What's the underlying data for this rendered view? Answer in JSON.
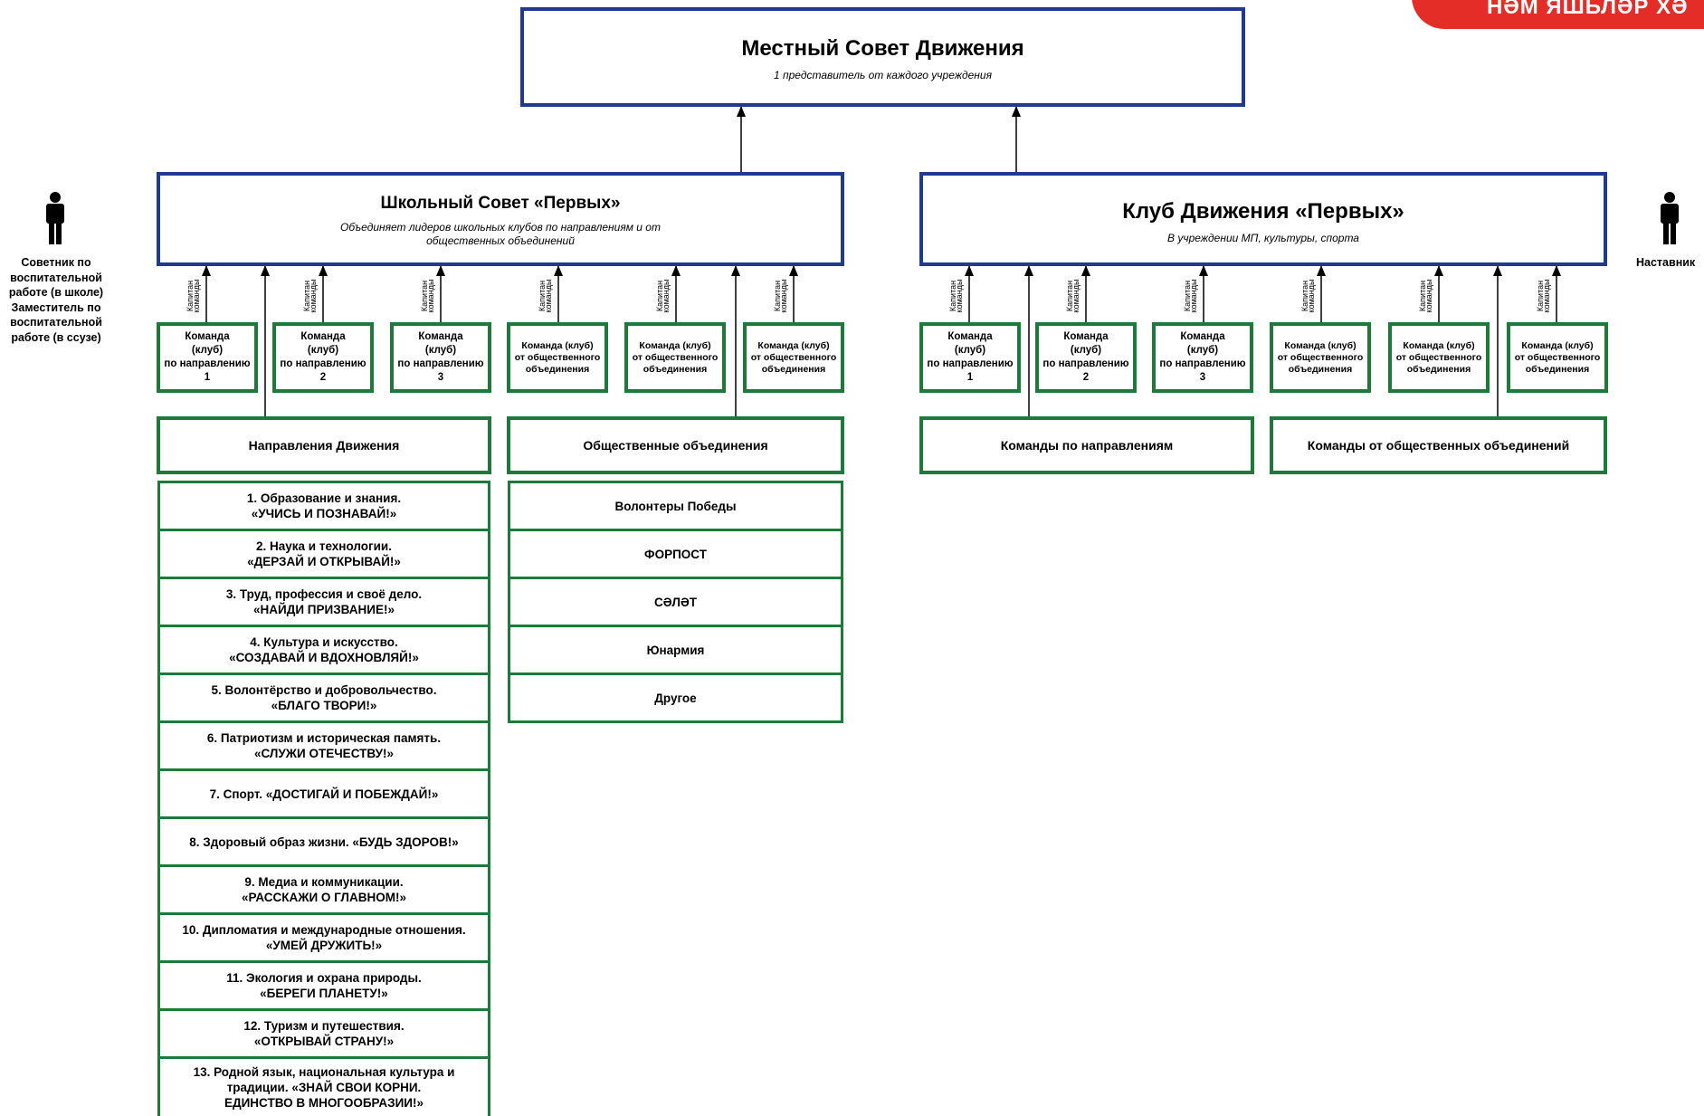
{
  "banner": {
    "text": "НӘМ ЯШЬЛӘР ХӘ"
  },
  "local_council": {
    "title": "Местный Совет Движения",
    "subtitle": "1 представитель от каждого учреждения"
  },
  "school_council": {
    "title": "Школьный Совет «Первых»",
    "subtitle_line1": "Объединяет лидеров школьных клубов по направлениям и от",
    "subtitle_line2": "общественных объединений"
  },
  "club": {
    "title": "Клуб Движения «Первых»",
    "subtitle": "В учреждении МП, культуры, спорта"
  },
  "left_person": {
    "icon": "person-icon",
    "lines": [
      "Советник по",
      "воспитательной",
      "работе (в школе)",
      "Заместитель по",
      "воспитательной",
      "работе (в ссузе)"
    ]
  },
  "right_person": {
    "icon": "person-icon",
    "label": "Наставник"
  },
  "captain_label": {
    "line1": "Капитан",
    "line2": "команды"
  },
  "teams": {
    "dir_l1": "Команда",
    "dir_l2": "(клуб)",
    "dir_l3": "по направлению",
    "n1": "1",
    "n2": "2",
    "n3": "3",
    "obj_l1": "Команда (клуб)",
    "obj_l2": "от общественного",
    "obj_l3": "объединения"
  },
  "categories": {
    "directions": "Направления Движения",
    "public": "Общественные объединения",
    "club_directions": "Команды по направлениям",
    "club_public": "Команды от общественных объединений"
  },
  "directions_list": [
    [
      "1. Образование и знания.",
      "«УЧИСЬ И ПОЗНАВАЙ!»"
    ],
    [
      "2. Наука и технологии.",
      "«ДЕРЗАЙ И ОТКРЫВАЙ!»"
    ],
    [
      "3. Труд, профессия и своё дело.",
      "«НАЙДИ ПРИЗВАНИЕ!»"
    ],
    [
      "4. Культура и искусство.",
      "«СОЗДАВАЙ И ВДОХНОВЛЯЙ!»"
    ],
    [
      "5. Волонтёрство и добровольчество.",
      "«БЛАГО ТВОРИ!»"
    ],
    [
      "6. Патриотизм и историческая память.",
      "«СЛУЖИ ОТЕЧЕСТВУ!»"
    ],
    [
      "7. Спорт. «ДОСТИГАЙ И ПОБЕЖДАЙ!»"
    ],
    [
      "8. Здоровый образ жизни. «БУДЬ ЗДОРОВ!»"
    ],
    [
      "9. Медиа и коммуникации.",
      "«РАССКАЖИ О ГЛАВНОМ!»"
    ],
    [
      "10. Дипломатия и международные отношения.",
      "«УМЕЙ ДРУЖИТЬ!»"
    ],
    [
      "11. Экология и охрана природы.",
      "«БЕРЕГИ ПЛАНЕТУ!»"
    ],
    [
      "12. Туризм и путешествия.",
      "«ОТКРЫВАЙ СТРАНУ!»"
    ],
    [
      "13. Родной язык, национальная культура и",
      "традиции. «ЗНАЙ СВОИ КОРНИ.",
      "ЕДИНСТВО В МНОГООБРАЗИИ!»"
    ]
  ],
  "public_list": [
    "Волонтеры Победы",
    "ФОРПОСТ",
    "СӘЛӘТ",
    "Юнармия",
    "Другое"
  ]
}
